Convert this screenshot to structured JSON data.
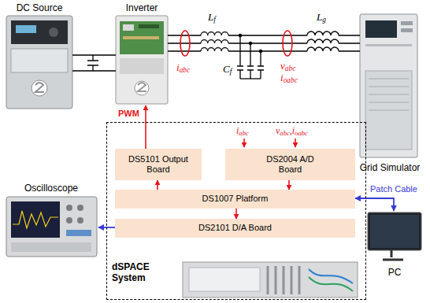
{
  "diagram": {
    "nodes": [
      {
        "text": [
          "DC Source"
        ]
      },
      {
        "text": [
          "Inverter"
        ]
      },
      {
        "text": [
          "Grid Simulator"
        ]
      },
      {
        "text": [
          "dSPACE System"
        ]
      },
      {
        "text": [
          "DS5101 Output Board"
        ],
        "in": 3
      },
      {
        "text": [
          "DS2004 A/D Board"
        ],
        "in": 3
      },
      {
        "text": [
          "DS1007 Platform"
        ],
        "in": 3
      },
      {
        "text": [
          "DS2101 D/A Board"
        ],
        "in": 3
      },
      {
        "text": [
          "Oscilloscope"
        ]
      },
      {
        "text": [
          "PC"
        ]
      }
    ],
    "edges": [
      {
        "from": 4,
        "to": 1,
        "arrow": "to",
        "label": "PWM"
      },
      {
        "from": 6,
        "to": 4,
        "arrow": "to"
      },
      {
        "from": 5,
        "to": 6,
        "arrow": "to"
      },
      {
        "from": 6,
        "to": 7,
        "arrow": "to"
      },
      {
        "from": 7,
        "to": 8,
        "arrow": "to"
      },
      {
        "from": 6,
        "to": 9,
        "arrow": "both",
        "label": "Patch Cable"
      }
    ],
    "labels": [
      "Lf",
      "Lg",
      "iabc",
      "Cf",
      "vabc",
      "ioabc",
      "iabc",
      "vabc,ioabc"
    ]
  }
}
